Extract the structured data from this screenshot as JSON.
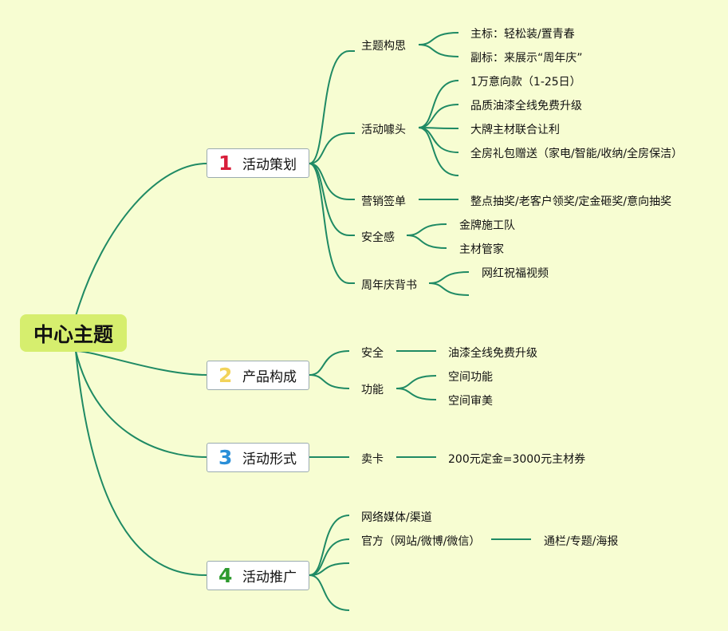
{
  "root": {
    "label": "中心主题"
  },
  "branches": [
    {
      "number": "1",
      "number_color": "#d81e3a",
      "label": "活动策划",
      "children": [
        {
          "label": "主题构思",
          "children": [
            "主标：轻松装/置青春",
            "副标：来展示“周年庆”"
          ]
        },
        {
          "label": "活动噱头",
          "children": [
            "1万意向款（1-25日）",
            "品质油漆全线免费升级",
            "大牌主材联合让利",
            "全房礼包赠送（家电/智能/收纳/全房保洁）",
            ""
          ]
        },
        {
          "label": "营销签单",
          "children": [
            "整点抽奖/老客户领奖/定金砸奖/意向抽奖"
          ]
        },
        {
          "label": "安全感",
          "children": [
            "金牌施工队",
            "主材管家"
          ]
        },
        {
          "label": "周年庆背书",
          "children": [
            "网红祝福视频",
            ""
          ]
        }
      ]
    },
    {
      "number": "2",
      "number_color": "#f2d35a",
      "label": "产品构成",
      "children": [
        {
          "label": "安全",
          "children": [
            "油漆全线免费升级"
          ]
        },
        {
          "label": "功能",
          "children": [
            "空间功能",
            "空间审美"
          ]
        }
      ]
    },
    {
      "number": "3",
      "number_color": "#2a8fd8",
      "label": "活动形式",
      "children": [
        {
          "label": "卖卡",
          "children": [
            "200元定金=3000元主材券"
          ]
        }
      ]
    },
    {
      "number": "4",
      "number_color": "#2d9a2d",
      "label": "活动推广",
      "children": [
        {
          "label": "网络媒体/渠道",
          "children": []
        },
        {
          "label": "官方（网站/微博/微信）",
          "children": [
            "通栏/专题/海报"
          ]
        },
        {
          "label": "",
          "children": []
        },
        {
          "label": "",
          "children": []
        }
      ]
    }
  ],
  "colors": {
    "edge": "#1f8a64",
    "background": "#f7fdd2",
    "root_fill": "#d6ee6e"
  }
}
